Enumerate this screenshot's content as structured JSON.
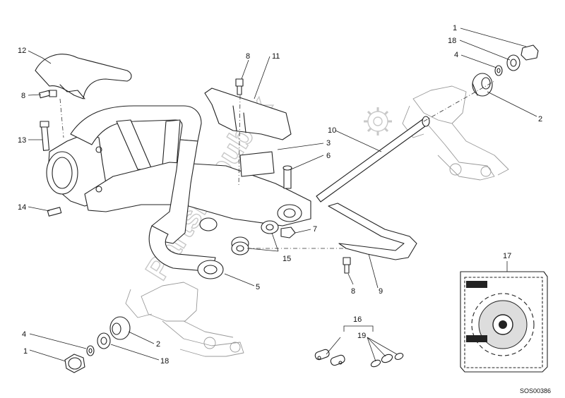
{
  "watermark_text": "PartsRepublik",
  "reference_code": "SOS00386",
  "callouts": {
    "c1_top": "1",
    "c18_top": "18",
    "c4_top": "4",
    "c2_right": "2",
    "c12": "12",
    "c8_left": "8",
    "c13": "13",
    "c14": "14",
    "c8_top": "8",
    "c11": "11",
    "c10": "10",
    "c3": "3",
    "c6": "6",
    "c7": "7",
    "c15": "15",
    "c5": "5",
    "c8_bottom": "8",
    "c9": "9",
    "c16": "16",
    "c19": "19",
    "c17": "17",
    "c4_bottom": "4",
    "c1_bottom": "1",
    "c2_bottom": "2",
    "c18_bottom": "18"
  }
}
